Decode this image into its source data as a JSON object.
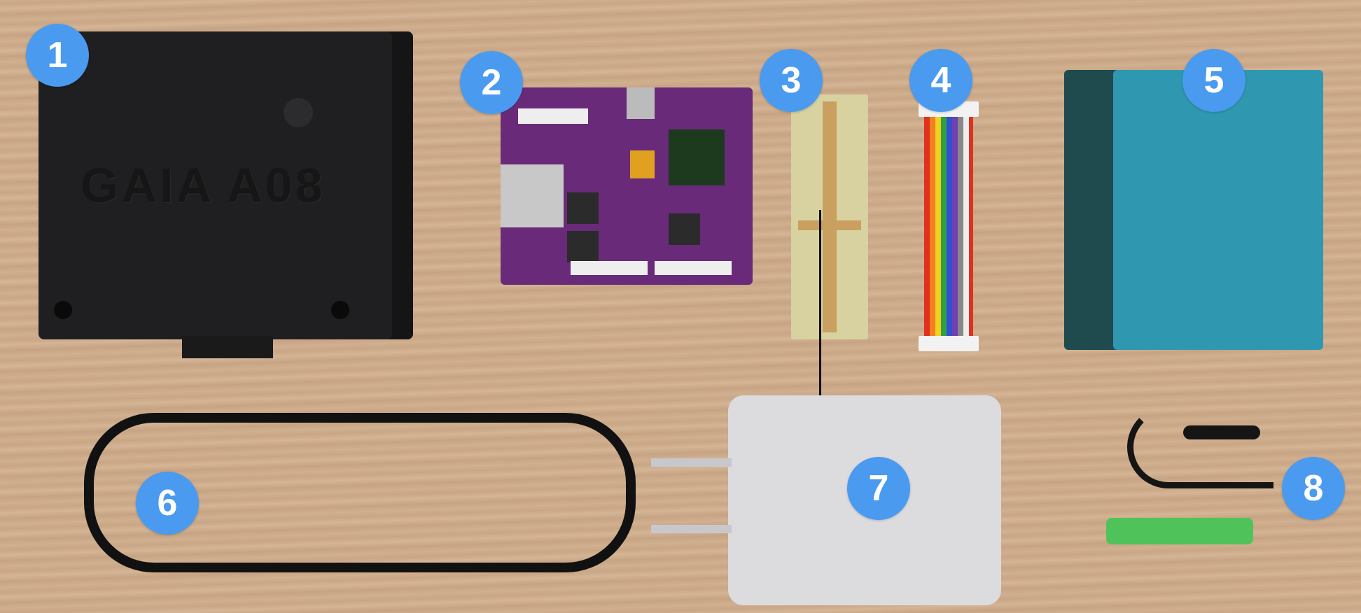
{
  "photo": {
    "box_logo_text": "GAIA A08",
    "badges": [
      "1",
      "2",
      "3",
      "4",
      "5",
      "6",
      "7",
      "8"
    ],
    "colors": {
      "badge": "#4a9af0",
      "box": "#1f1f21",
      "pcb": "#6a2a7a",
      "sensor": "#2f98b0",
      "anchor": "#4fc35a"
    }
  }
}
